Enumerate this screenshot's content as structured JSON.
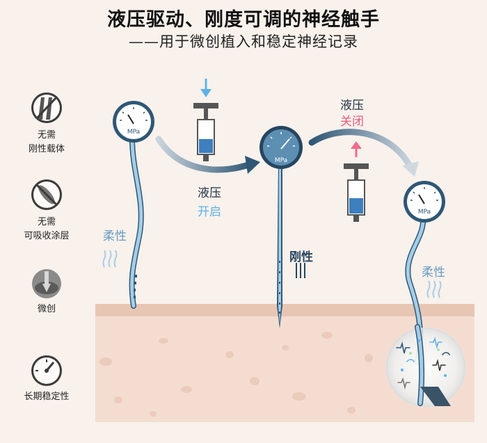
{
  "title": "液压驱动、刚度可调的神经触手",
  "subtitle": "——用于微创植入和稳定神经记录",
  "gauge_unit": "MPa",
  "features": [
    {
      "label_lines": [
        "无需",
        "刚性载体"
      ],
      "icon": "no-rigid-carrier-icon"
    },
    {
      "label_lines": [
        "无需",
        "可吸收涂层"
      ],
      "icon": "no-absorbable-coating-icon"
    },
    {
      "label_lines": [
        "微创"
      ],
      "icon": "minimally-invasive-icon"
    },
    {
      "label_lines": [
        "长期稳定性"
      ],
      "icon": "long-term-stability-icon"
    }
  ],
  "steps": {
    "flexible_left": "柔性",
    "hydraulic_on_1": "液压",
    "hydraulic_on_2": "开启",
    "rigid": "刚性",
    "hydraulic_off_1": "液压",
    "hydraulic_off_2": "关闭",
    "flexible_right": "柔性"
  },
  "colors": {
    "background": "#f8f1ec",
    "tissue": "#f1d7c8",
    "probe": "#a5cde6",
    "probe_dark": "#2f5775",
    "blue_arrow": "#5fb2e6",
    "pink_arrow": "#ef6b8c",
    "navy": "#26465f"
  }
}
